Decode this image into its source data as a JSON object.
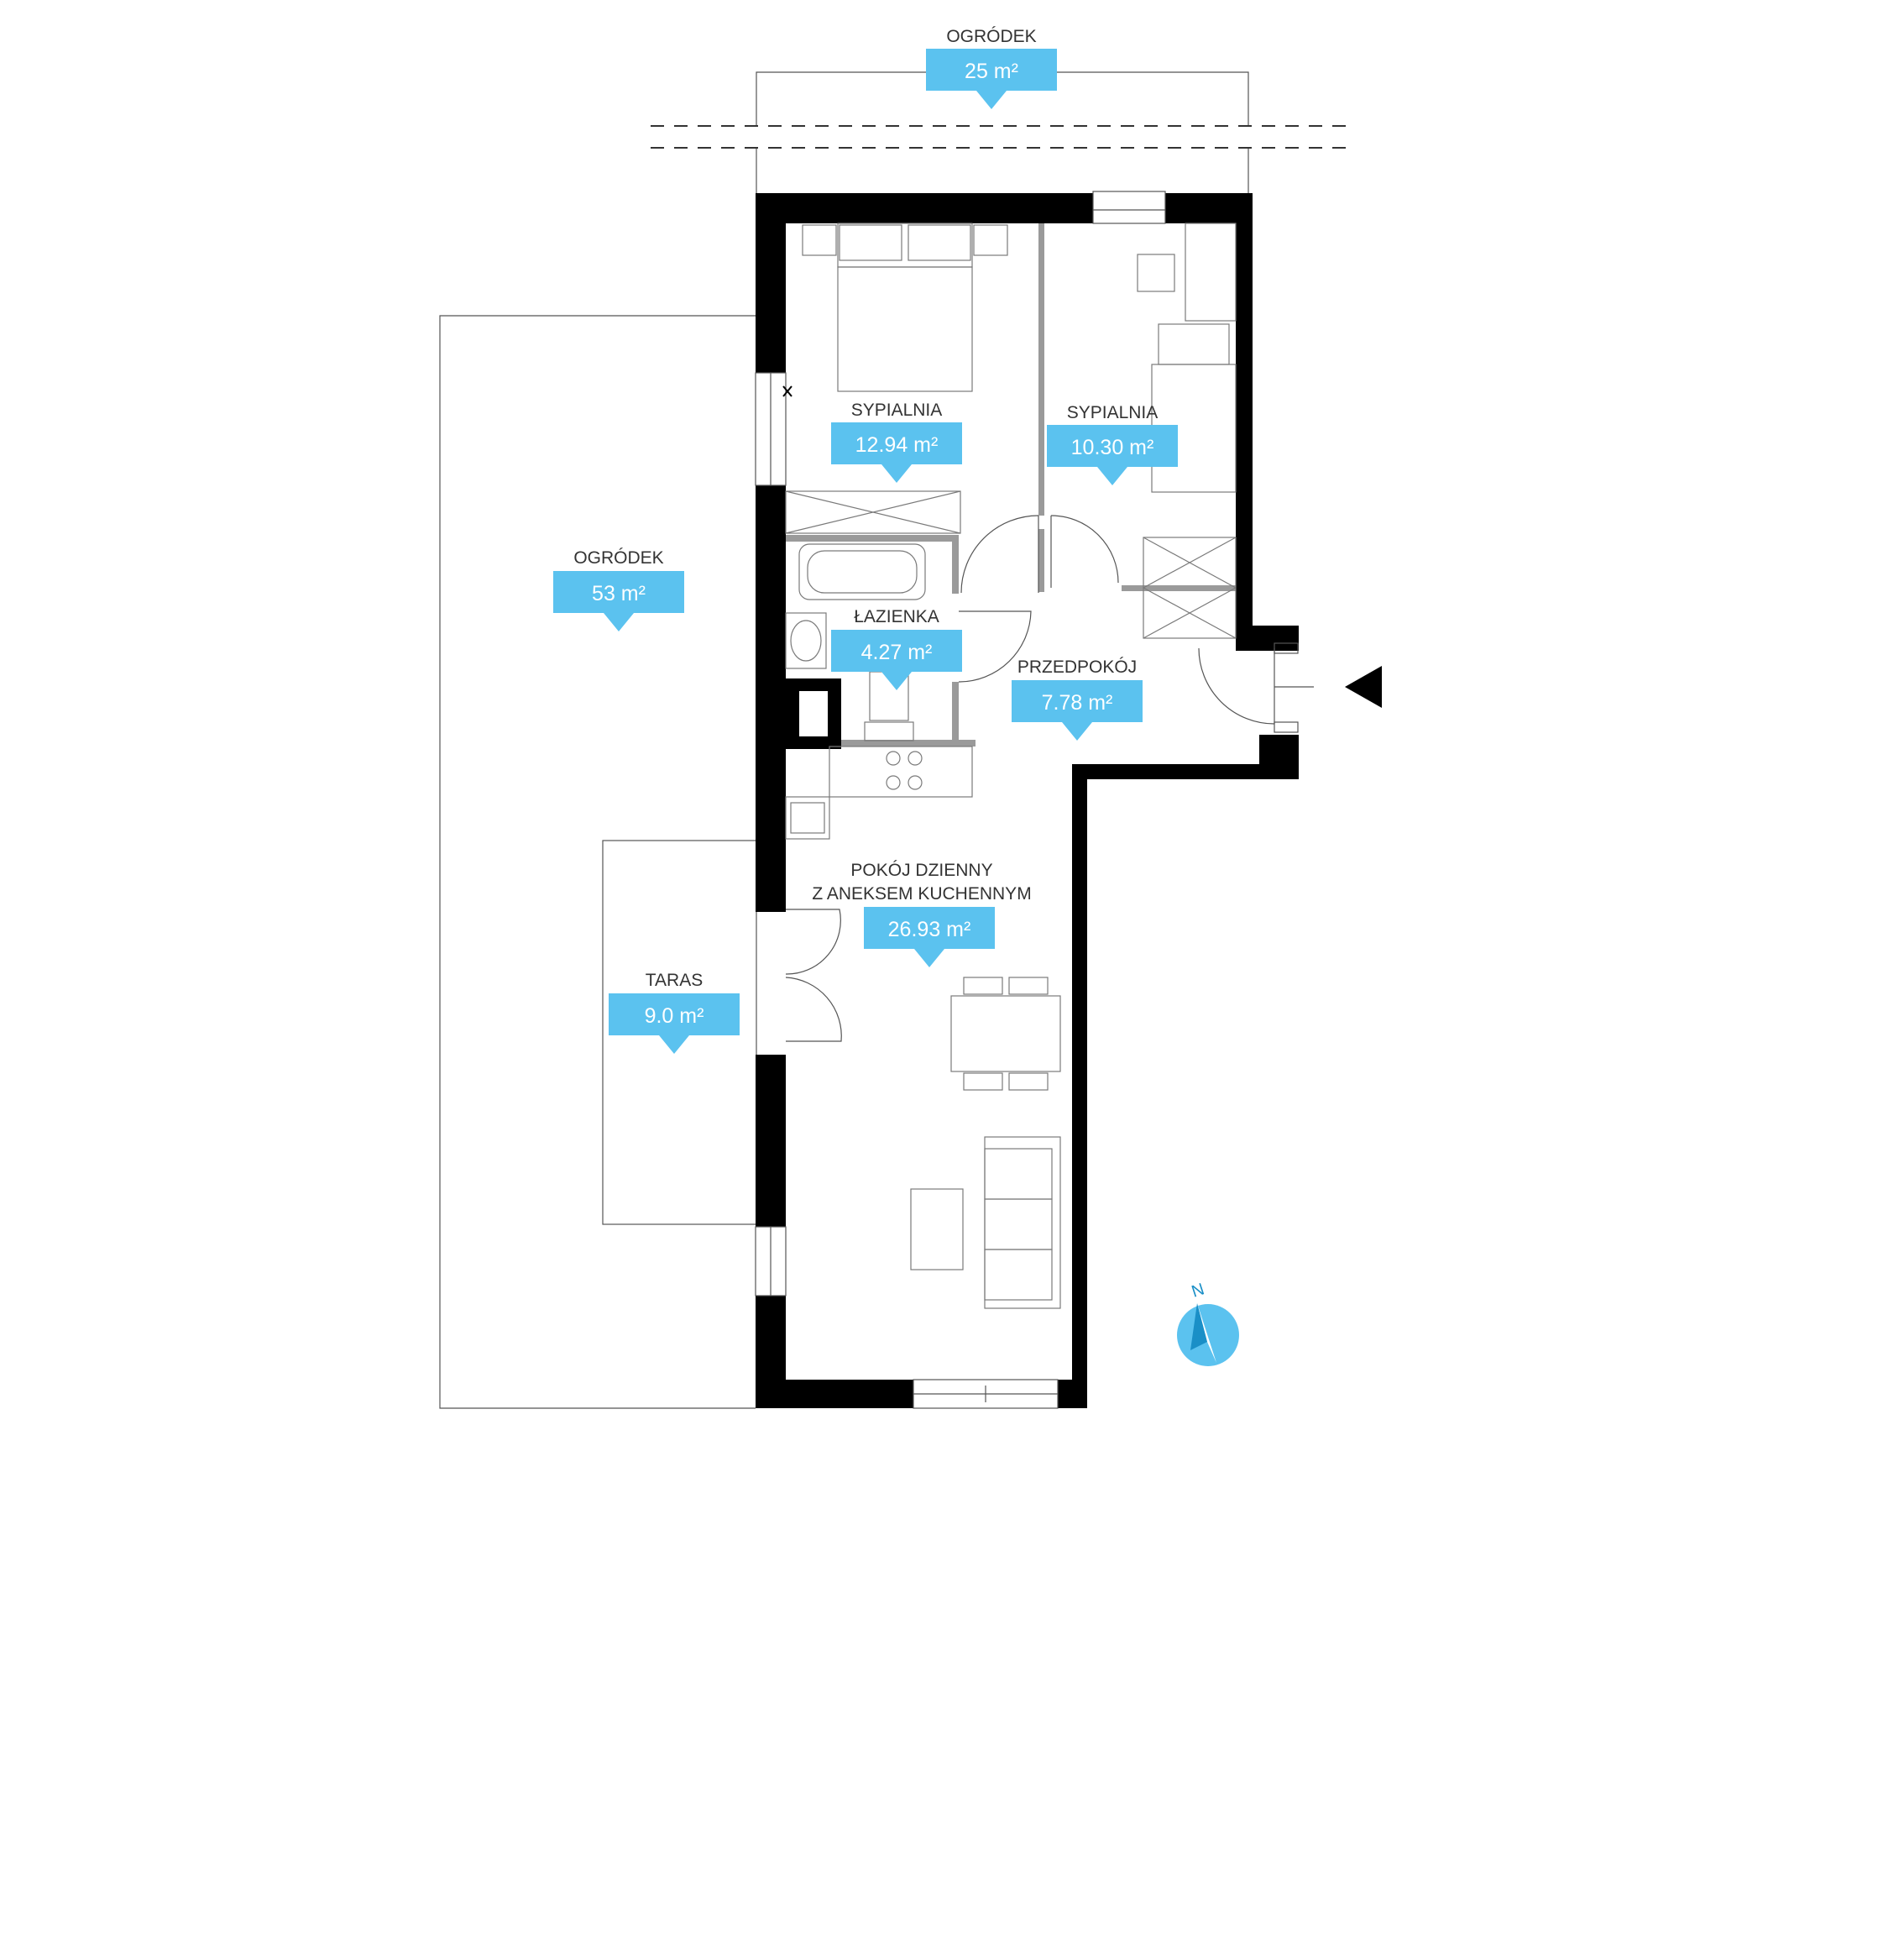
{
  "accent_color": "#5bc2ef",
  "wall_color": "#000000",
  "compass": {
    "label": "N",
    "icon": "compass-icon"
  },
  "entrance": {
    "icon": "entrance-arrow-icon"
  },
  "rooms": [
    {
      "id": "ogrodek-north",
      "name": "OGRÓDEK",
      "area": "25 m²"
    },
    {
      "id": "ogrodek-west",
      "name": "OGRÓDEK",
      "area": "53 m²"
    },
    {
      "id": "sypialnia-1",
      "name": "SYPIALNIA",
      "area": "12.94 m²"
    },
    {
      "id": "sypialnia-2",
      "name": "SYPIALNIA",
      "area": "10.30 m²"
    },
    {
      "id": "lazienka",
      "name": "ŁAZIENKA",
      "area": "4.27 m²"
    },
    {
      "id": "przedpokoj",
      "name": "PRZEDPOKÓJ",
      "area": "7.78 m²"
    },
    {
      "id": "pokoj-dzienny",
      "name_line1": "POKÓJ DZIENNY",
      "name_line2": "Z ANEKSEM KUCHENNYM",
      "area": "26.93 m²"
    },
    {
      "id": "taras",
      "name": "TARAS",
      "area": "9.0 m²"
    }
  ]
}
